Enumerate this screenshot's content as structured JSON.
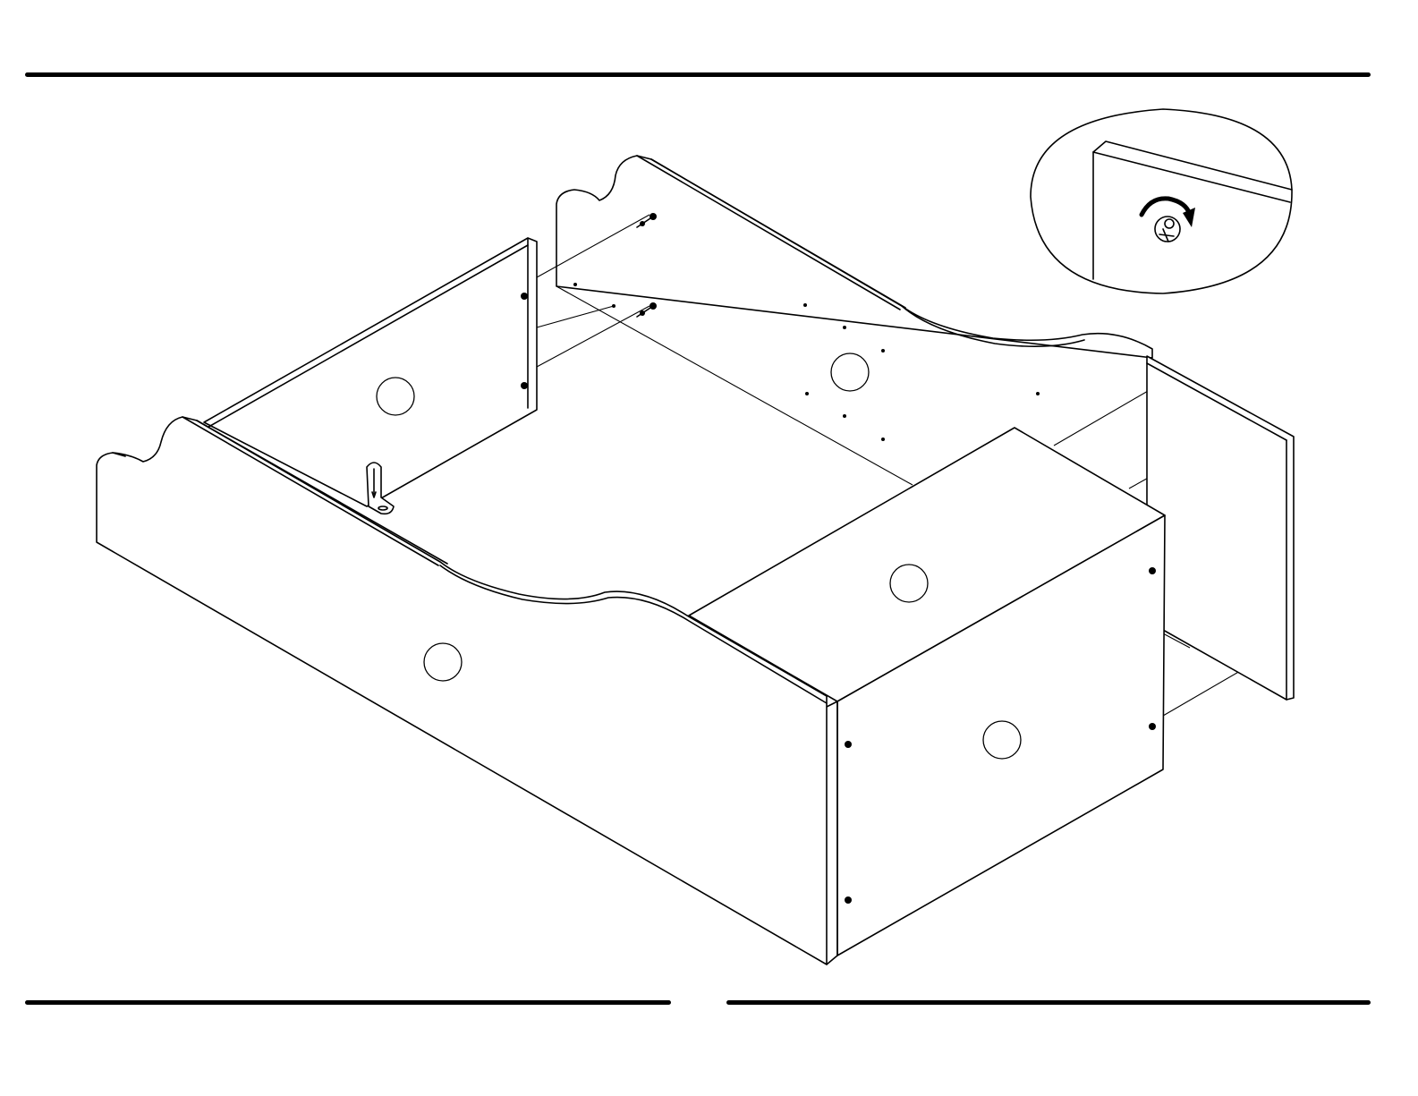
{
  "figure": {
    "kind": "assembly-step-illustration",
    "parts": [
      "headboard-panel",
      "footboard-panel",
      "left-side-rail",
      "right-side-rail",
      "end-cabinet",
      "end-board",
      "l-bracket",
      "cam-bolts",
      "cam-lock-detail"
    ],
    "detail_callout": {
      "shows": "cam-lock-turning",
      "rotation": "clockwise"
    }
  },
  "colors": {
    "line": "#000000",
    "background": "#ffffff"
  }
}
